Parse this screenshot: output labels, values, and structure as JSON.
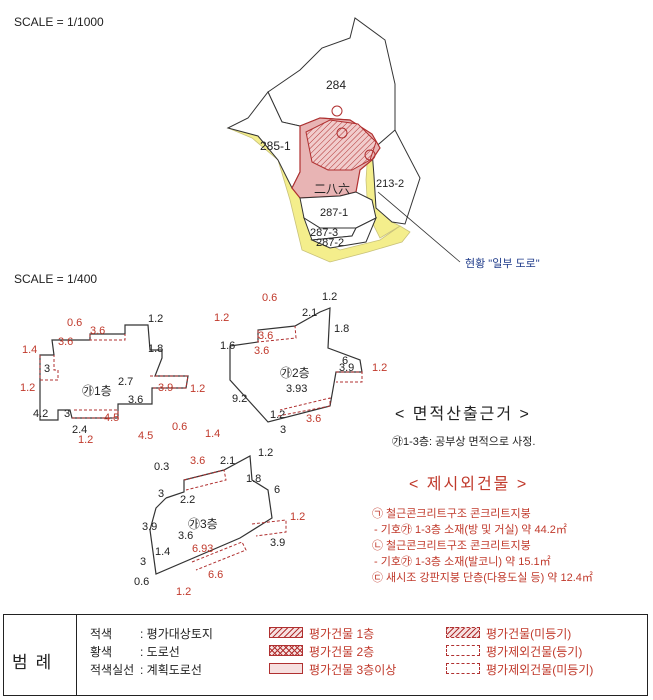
{
  "scales": {
    "top": "SCALE = 1/1000",
    "bottom": "SCALE = 1/400"
  },
  "parcels": {
    "p284": "284",
    "p285_1": "285-1",
    "p286": "二八六",
    "p213_2": "213-2",
    "p287_1": "287-1",
    "p287_3": "287-3",
    "p287_2": "287-2"
  },
  "road_note": "현황 \"일부 도로\"",
  "floors": {
    "f1": "㉮1층",
    "f2": "㉮2층",
    "f3": "㉮3층"
  },
  "dims_f1": [
    "1.2",
    "0.6",
    "3.6",
    "3.6",
    "1.8",
    "1.4",
    "3",
    "1.2",
    "2.7",
    "3.9",
    "1.2",
    "4.2",
    "3",
    "3.6",
    "4.5",
    "4.5",
    "2.4",
    "1.2",
    "0.6"
  ],
  "dims_f2": [
    "0.6",
    "1.2",
    "1.2",
    "2.1",
    "1.8",
    "3.6",
    "1.6",
    "3.6",
    "6",
    "3.93",
    "3.9",
    "1.2",
    "9.2",
    "1.2",
    "3.6",
    "3"
  ],
  "dims_f3": [
    "1.4",
    "3.6",
    "2.1",
    "1.2",
    "0.3",
    "1.8",
    "3",
    "2.2",
    "6",
    "3.9",
    "3.6",
    "1.2",
    "1.4",
    "3",
    "6.93",
    "3.9",
    "6.6",
    "0.6",
    "1.2"
  ],
  "area_basis": {
    "title": "< 면적산출근거 >",
    "note": "㉮1-3층: 공부상 면적으로 사정."
  },
  "excluded": {
    "title": "< 제시외건물 >",
    "items": [
      {
        "line1": "㉠ 철근콘크리트구조 콘크리트지붕",
        "line2": "- 기호㉮ 1-3층 소재(방 및 거실) 약 44.2㎡"
      },
      {
        "line1": "㉡ 철근콘크리트구조 콘크리트지붕",
        "line2": "- 기호㉮ 1-3층 소재(발코니) 약 15.1㎡"
      },
      {
        "line1": "㉢ 새시조 강판지붕 단층(다용도실 등) 약 12.4㎡",
        "line2": ""
      }
    ]
  },
  "legend": {
    "title": "범례",
    "left": [
      {
        "key": "적색",
        "value": ": 평가대상토지"
      },
      {
        "key": "황색",
        "value": ": 도로선"
      },
      {
        "key": "적색실선",
        "value": ": 계획도로선"
      }
    ],
    "middle": [
      "평가건물 1층",
      "평가건물 2층",
      "평가건물 3층이상"
    ],
    "right": [
      "평가건물(미등기)",
      "평가제외건물(등기)",
      "평가제외건물(미등기)"
    ]
  },
  "colors": {
    "red": "#c0392b",
    "yellow": "#f4ee8c",
    "pink": "#e8b4b4",
    "ink": "#333333"
  }
}
